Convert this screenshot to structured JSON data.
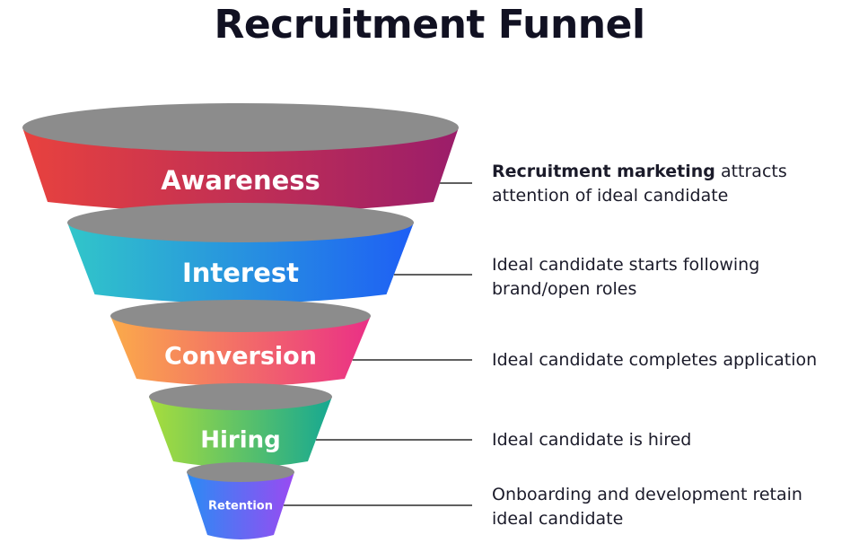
{
  "title": "Recruitment Funnel",
  "stages": [
    {
      "label": "Awareness",
      "description_bold": "Recruitment marketing",
      "description_line1": " attracts",
      "description_line2": "attention of ideal candidate",
      "colors": [
        "#e8423e",
        "#9b1d6a"
      ]
    },
    {
      "label": "Interest",
      "description_bold": "",
      "description_line1": "Ideal candidate starts following",
      "description_line2": "brand/open roles",
      "colors": [
        "#31c6c9",
        "#1e5ff5"
      ]
    },
    {
      "label": "Conversion",
      "description_bold": "",
      "description_line1": "Ideal candidate completes application",
      "description_line2": "",
      "colors": [
        "#fbab4a",
        "#ea2f86"
      ]
    },
    {
      "label": "Hiring",
      "description_bold": "",
      "description_line1": "Ideal candidate is hired",
      "description_line2": "",
      "colors": [
        "#a8dd3c",
        "#16a892"
      ]
    },
    {
      "label": "Retention",
      "description_bold": "",
      "description_line1": "Onboarding and development retain",
      "description_line2": "ideal candidate",
      "colors": [
        "#2b8bf4",
        "#9a4af2"
      ]
    }
  ],
  "rim_color": "#8c8c8c",
  "connector_color": "#2b2b2b"
}
